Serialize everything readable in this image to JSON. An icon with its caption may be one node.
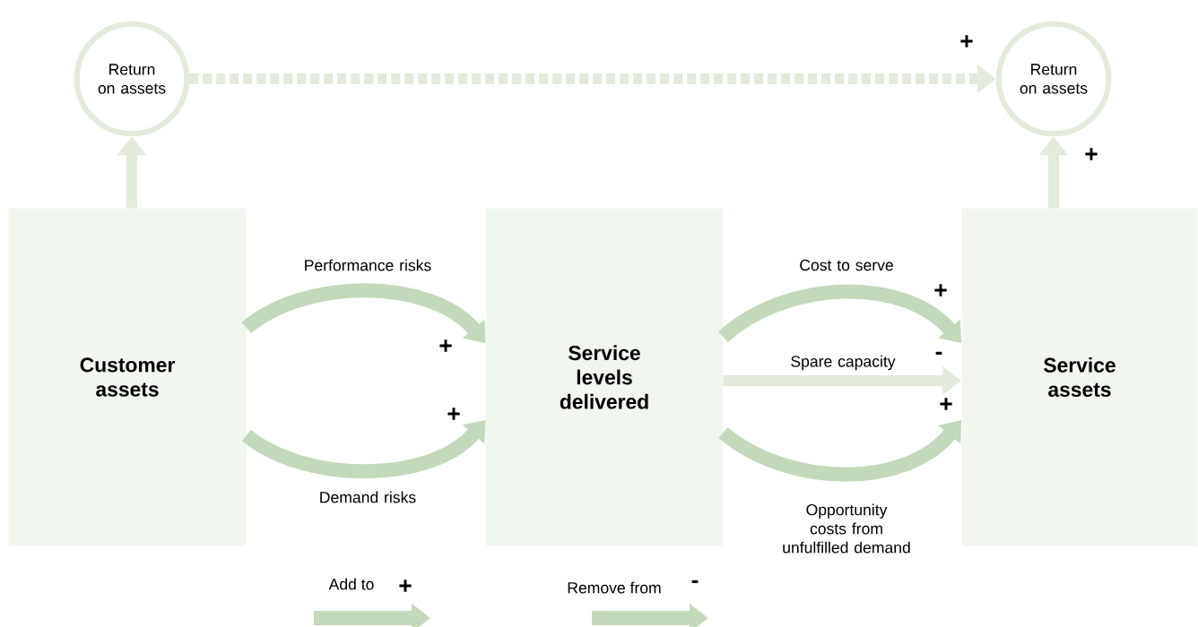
{
  "diagram": {
    "nodes": [
      {
        "text": [
          "Return on assets"
        ]
      },
      {
        "text": [
          "Return on assets"
        ]
      },
      {
        "text": [
          "Customer assets"
        ]
      },
      {
        "text": [
          "Service levels delivered"
        ]
      },
      {
        "text": [
          "Service assets"
        ]
      }
    ],
    "edges": [
      {
        "from": 2,
        "to": 0,
        "arrow": "to",
        "color": "#e2ebdc"
      },
      {
        "from": 0,
        "to": 1,
        "arrow": "to",
        "style": "dashed",
        "color": "#e2ebdc"
      },
      {
        "from": 4,
        "to": 1,
        "arrow": "to",
        "color": "#e2ebdc"
      },
      {
        "from": 2,
        "to": 3,
        "arrow": "to",
        "label": "Performance risks"
      },
      {
        "from": 2,
        "to": 3,
        "arrow": "to",
        "label": "Demand risks"
      },
      {
        "from": 3,
        "to": 4,
        "arrow": "to",
        "label": "Cost to serve"
      },
      {
        "from": 3,
        "to": 4,
        "arrow": "to",
        "label": "Spare capacity",
        "color": "#e2ebdc"
      },
      {
        "from": 3,
        "to": 4,
        "arrow": "to",
        "label": "Opportunity costs from unfulfilled demand"
      }
    ],
    "labels": [
      "+",
      "+",
      "+",
      "+",
      "-",
      "+",
      "+",
      "+",
      "-"
    ],
    "legend": [
      {
        "text": "Add to"
      },
      {
        "text": "Remove from"
      }
    ]
  }
}
